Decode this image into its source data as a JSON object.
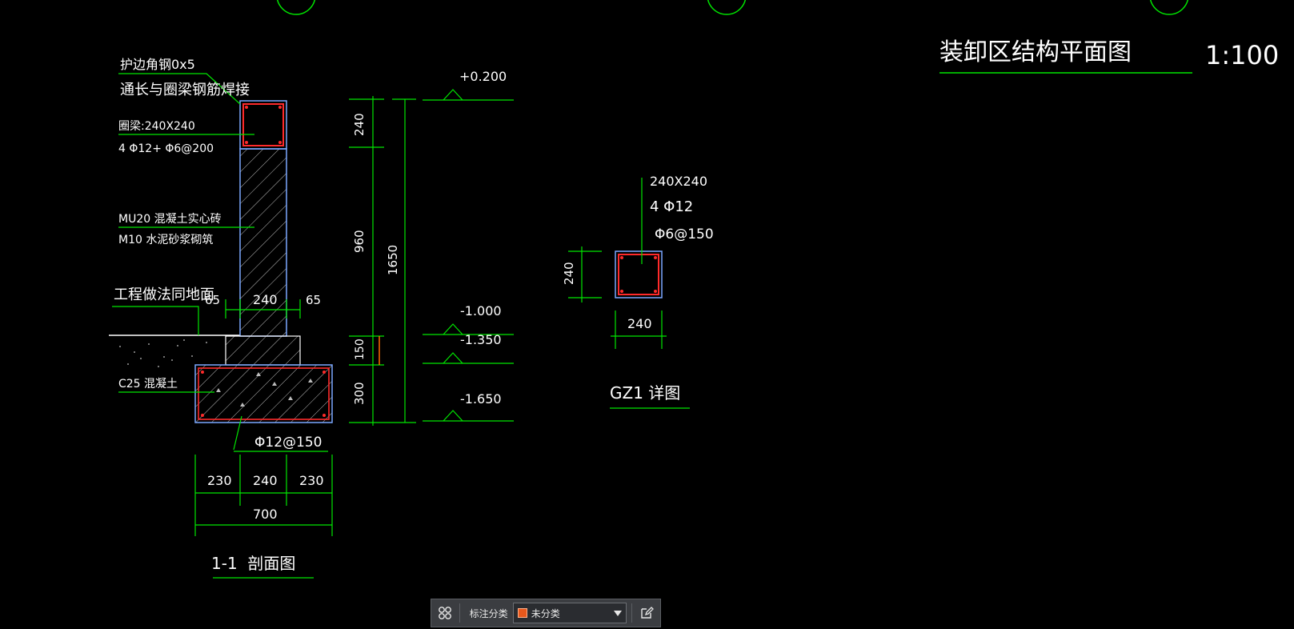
{
  "colors": {
    "background": "#000000",
    "text": "#ffffff",
    "leader": "#00e600",
    "outline": "#7aa7ff",
    "rebar": "#ff2a2a",
    "hatch": "#cfcfcf"
  },
  "drawing": {
    "plan_title": "装卸区结构平面图",
    "plan_scale": "1:100",
    "section": {
      "title": "1-1  剖面图",
      "angle_steel_line1": "护边角钢0x5",
      "angle_steel_line2": "通长与圈梁钢筋焊接",
      "ring_beam_line1": "圈梁:240X240",
      "ring_beam_line2": "4 Φ12+  Φ6@200",
      "brick_line1": "MU20  混凝土实心砖",
      "brick_line2": "M10  水泥砂浆砌筑",
      "ground_note": "工程做法同地面",
      "concrete_note": "C25  混凝土",
      "bottom_rebar": "Φ12@150",
      "dim_wall_left": "65",
      "dim_wall": "240",
      "dim_wall_right": "65",
      "dim_base_left": "230",
      "dim_base_mid": "240",
      "dim_base_right": "230",
      "dim_base_total": "700",
      "dim_v_240": "240",
      "dim_v_960": "960",
      "dim_v_150": "150",
      "dim_v_300": "300",
      "dim_v_total": "1650",
      "elev_top": "+0.200",
      "elev_1": "-1.000",
      "elev_2": "-1.350",
      "elev_3": "-1.650"
    },
    "gz1": {
      "title": "GZ1 详图",
      "size": "240X240",
      "main_rebar": "4 Φ12",
      "stirrup": "Φ6@150",
      "dim_h": "240",
      "dim_v": "240"
    }
  },
  "toolbar": {
    "grid_icon": "grid-icon",
    "label": "标注分类",
    "selected": "未分类",
    "selected_color": "#e8581c",
    "edit_icon": "edit-icon"
  }
}
